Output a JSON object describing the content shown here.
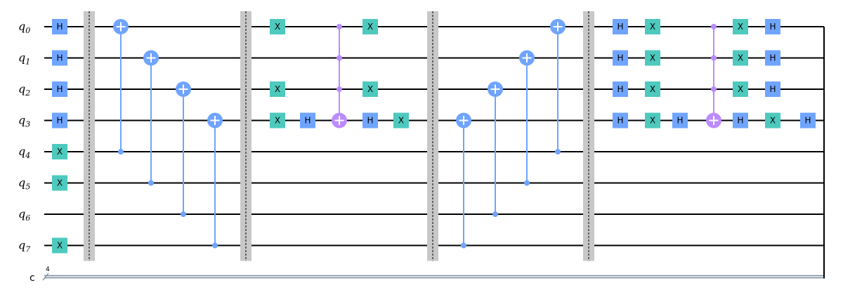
{
  "colors": {
    "wire": "#000000",
    "classical_wire": "#778899",
    "h_gate": "#6fa4ff",
    "x_gate": "#4ec9be",
    "cx": "#6fa4ff",
    "mcx": "#bb8bff",
    "barrier": "#c8c8c8"
  },
  "qubits": [
    {
      "name": "q",
      "index": "0"
    },
    {
      "name": "q",
      "index": "1"
    },
    {
      "name": "q",
      "index": "2"
    },
    {
      "name": "q",
      "index": "3"
    },
    {
      "name": "q",
      "index": "4"
    },
    {
      "name": "q",
      "index": "5"
    },
    {
      "name": "q",
      "index": "6"
    },
    {
      "name": "q",
      "index": "7"
    }
  ],
  "classical": {
    "name": "c",
    "size": "4"
  },
  "gate_labels": {
    "h": "H",
    "x": "X"
  },
  "operations": [
    {
      "type": "gate",
      "label": "h",
      "col": 0,
      "qubit": 0
    },
    {
      "type": "gate",
      "label": "h",
      "col": 0,
      "qubit": 1
    },
    {
      "type": "gate",
      "label": "h",
      "col": 0,
      "qubit": 2
    },
    {
      "type": "gate",
      "label": "h",
      "col": 0,
      "qubit": 3
    },
    {
      "type": "gate",
      "label": "x",
      "col": 0,
      "qubit": 4
    },
    {
      "type": "gate",
      "label": "x",
      "col": 0,
      "qubit": 5
    },
    {
      "type": "gate",
      "label": "x",
      "col": 0,
      "qubit": 7
    },
    {
      "type": "barrier",
      "col": 1
    },
    {
      "type": "cx",
      "col": 2,
      "control": 4,
      "target": 0
    },
    {
      "type": "cx",
      "col": 3,
      "control": 5,
      "target": 1
    },
    {
      "type": "cx",
      "col": 4,
      "control": 6,
      "target": 2
    },
    {
      "type": "cx",
      "col": 5,
      "control": 7,
      "target": 3
    },
    {
      "type": "barrier",
      "col": 6
    },
    {
      "type": "gate",
      "label": "x",
      "col": 7,
      "qubit": 0
    },
    {
      "type": "gate",
      "label": "x",
      "col": 7,
      "qubit": 2
    },
    {
      "type": "gate",
      "label": "x",
      "col": 7,
      "qubit": 3
    },
    {
      "type": "gate",
      "label": "h",
      "col": 8,
      "qubit": 3
    },
    {
      "type": "mcx",
      "col": 9,
      "controls": [
        0,
        1,
        2
      ],
      "target": 3
    },
    {
      "type": "gate",
      "label": "x",
      "col": 10,
      "qubit": 0
    },
    {
      "type": "gate",
      "label": "x",
      "col": 10,
      "qubit": 2
    },
    {
      "type": "gate",
      "label": "h",
      "col": 10,
      "qubit": 3
    },
    {
      "type": "gate",
      "label": "x",
      "col": 11,
      "qubit": 3
    },
    {
      "type": "barrier",
      "col": 12
    },
    {
      "type": "cx",
      "col": 13,
      "control": 7,
      "target": 3
    },
    {
      "type": "cx",
      "col": 14,
      "control": 6,
      "target": 2
    },
    {
      "type": "cx",
      "col": 15,
      "control": 5,
      "target": 1
    },
    {
      "type": "cx",
      "col": 16,
      "control": 4,
      "target": 0
    },
    {
      "type": "barrier",
      "col": 17
    },
    {
      "type": "gate",
      "label": "h",
      "col": 18,
      "qubit": 0
    },
    {
      "type": "gate",
      "label": "h",
      "col": 18,
      "qubit": 1
    },
    {
      "type": "gate",
      "label": "h",
      "col": 18,
      "qubit": 2
    },
    {
      "type": "gate",
      "label": "h",
      "col": 18,
      "qubit": 3
    },
    {
      "type": "gate",
      "label": "x",
      "col": 19,
      "qubit": 0
    },
    {
      "type": "gate",
      "label": "x",
      "col": 19,
      "qubit": 1
    },
    {
      "type": "gate",
      "label": "x",
      "col": 19,
      "qubit": 2
    },
    {
      "type": "gate",
      "label": "x",
      "col": 19,
      "qubit": 3
    },
    {
      "type": "gate",
      "label": "h",
      "col": 20,
      "qubit": 3
    },
    {
      "type": "mcx",
      "col": 21,
      "controls": [
        0,
        1,
        2
      ],
      "target": 3
    },
    {
      "type": "gate",
      "label": "x",
      "col": 22,
      "qubit": 0
    },
    {
      "type": "gate",
      "label": "x",
      "col": 22,
      "qubit": 1
    },
    {
      "type": "gate",
      "label": "x",
      "col": 22,
      "qubit": 2
    },
    {
      "type": "gate",
      "label": "h",
      "col": 22,
      "qubit": 3
    },
    {
      "type": "gate",
      "label": "h",
      "col": 23,
      "qubit": 0
    },
    {
      "type": "gate",
      "label": "h",
      "col": 23,
      "qubit": 1
    },
    {
      "type": "gate",
      "label": "h",
      "col": 23,
      "qubit": 2
    },
    {
      "type": "gate",
      "label": "x",
      "col": 23,
      "qubit": 3
    },
    {
      "type": "gate",
      "label": "h",
      "col": 24,
      "qubit": 3
    }
  ]
}
